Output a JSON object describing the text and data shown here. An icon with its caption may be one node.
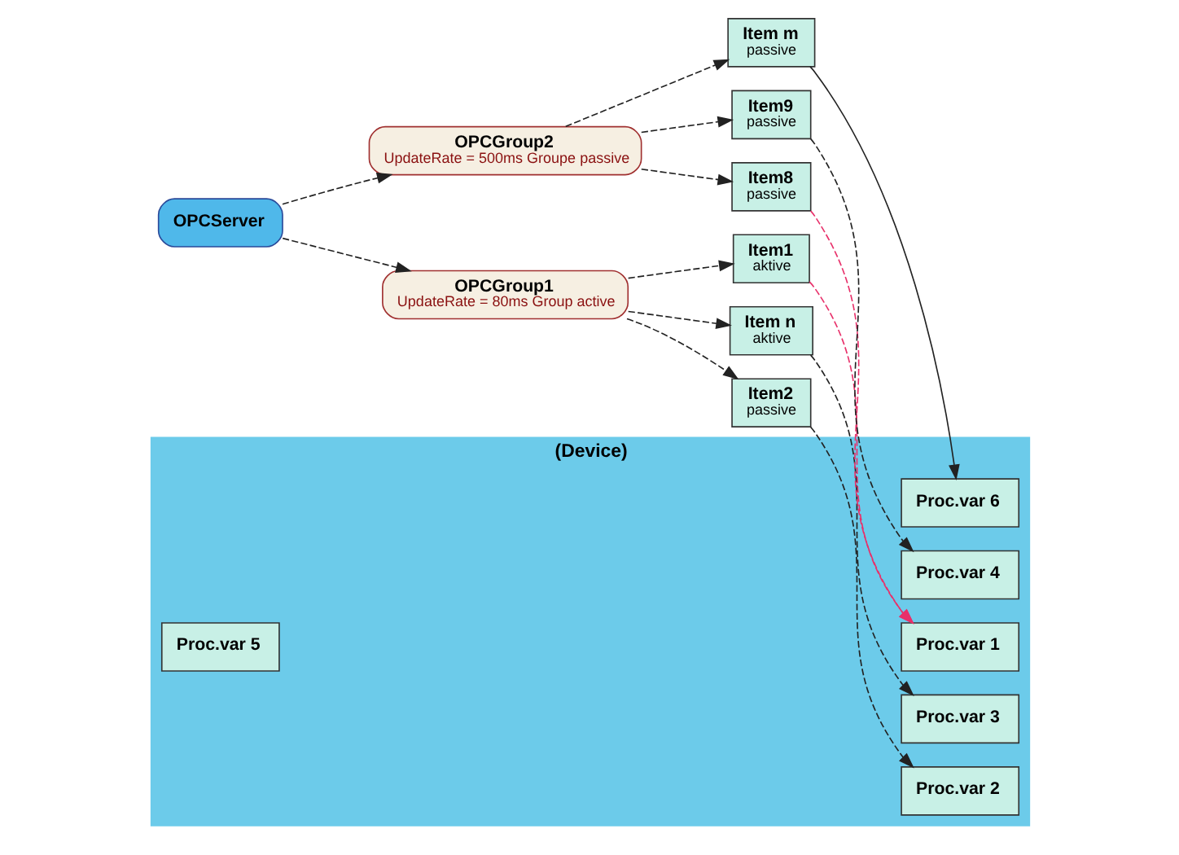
{
  "diagram": {
    "nodes": [
      {
        "text": [
          "OPCServer"
        ]
      },
      {
        "text": [
          "OPCGroup1",
          "UpdateRate = 80ms Group active"
        ]
      },
      {
        "text": [
          "OPCGroup2",
          "UpdateRate = 500ms Groupe passive"
        ]
      },
      {
        "text": [
          "Item1",
          "aktive"
        ]
      },
      {
        "text": [
          "Item2",
          "passive"
        ]
      },
      {
        "text": [
          "Item n",
          "aktive"
        ]
      },
      {
        "text": [
          "Item8",
          "passive"
        ]
      },
      {
        "text": [
          "Item9",
          "passive"
        ]
      },
      {
        "text": [
          "Item m",
          "passive"
        ]
      },
      {
        "text": [
          "(Device)"
        ]
      },
      {
        "text": [
          "Proc.var 1"
        ],
        "in": 9
      },
      {
        "text": [
          "Proc.var 2"
        ],
        "in": 9
      },
      {
        "text": [
          "Proc.var 3"
        ],
        "in": 9
      },
      {
        "text": [
          "Proc.var 4"
        ],
        "in": 9
      },
      {
        "text": [
          "Proc.var 5"
        ],
        "in": 9
      },
      {
        "text": [
          "Proc.var 6"
        ],
        "in": 9
      }
    ],
    "edges": [
      {
        "from": 0,
        "to": 1,
        "arrow": "to",
        "style": "dashed"
      },
      {
        "from": 0,
        "to": 2,
        "arrow": "to",
        "style": "dashed"
      },
      {
        "from": 1,
        "to": 3,
        "arrow": "to",
        "style": "dashed"
      },
      {
        "from": 1,
        "to": 4,
        "arrow": "to",
        "style": "dashed"
      },
      {
        "from": 1,
        "to": 5,
        "arrow": "to",
        "style": "dashed"
      },
      {
        "from": 2,
        "to": 6,
        "arrow": "to",
        "style": "dashed"
      },
      {
        "from": 2,
        "to": 7,
        "arrow": "to",
        "style": "dashed"
      },
      {
        "from": 2,
        "to": 8,
        "arrow": "to",
        "style": "dashed"
      },
      {
        "from": 3,
        "to": 10,
        "arrow": "to",
        "style": "dashed",
        "color": "#e8306a"
      },
      {
        "from": 4,
        "to": 11,
        "arrow": "to",
        "style": "dashed"
      },
      {
        "from": 5,
        "to": 12,
        "arrow": "to",
        "style": "dashed"
      },
      {
        "from": 6,
        "to": 10,
        "arrow": "to",
        "style": "dashed",
        "color": "#e8306a"
      },
      {
        "from": 7,
        "to": 13,
        "arrow": "to",
        "style": "dashed"
      },
      {
        "from": 8,
        "to": 15,
        "arrow": "to"
      }
    ]
  }
}
